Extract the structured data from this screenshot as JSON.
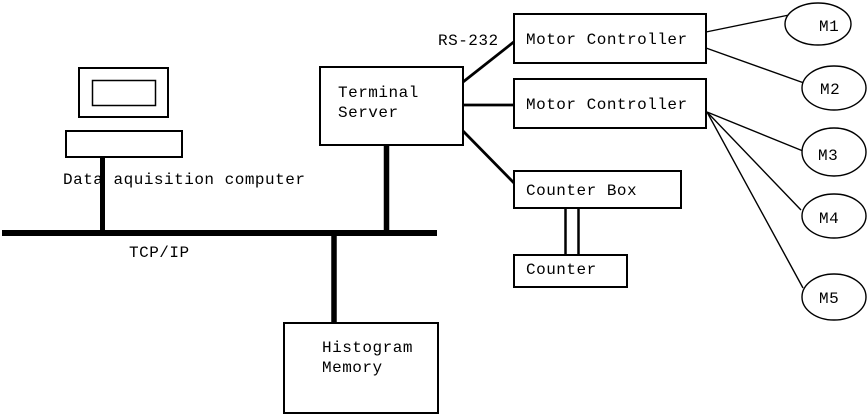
{
  "diagram": {
    "colors": {
      "stroke": "#000000",
      "background": "#ffffff",
      "text": "#000000"
    },
    "labels": {
      "rs232": "RS-232",
      "tcpip": "TCP/IP",
      "data_acquisition_computer": "Data aquisition computer"
    },
    "nodes": {
      "terminal_server": {
        "line1": "Terminal",
        "line2": "Server"
      },
      "motor_controller_1": "Motor Controller",
      "motor_controller_2": "Motor Controller",
      "counter_box": "Counter Box",
      "counter": "Counter",
      "histogram_memory": {
        "line1": "Histogram",
        "line2": "Memory"
      },
      "motors": [
        "M1",
        "M2",
        "M3",
        "M4",
        "M5"
      ]
    }
  }
}
